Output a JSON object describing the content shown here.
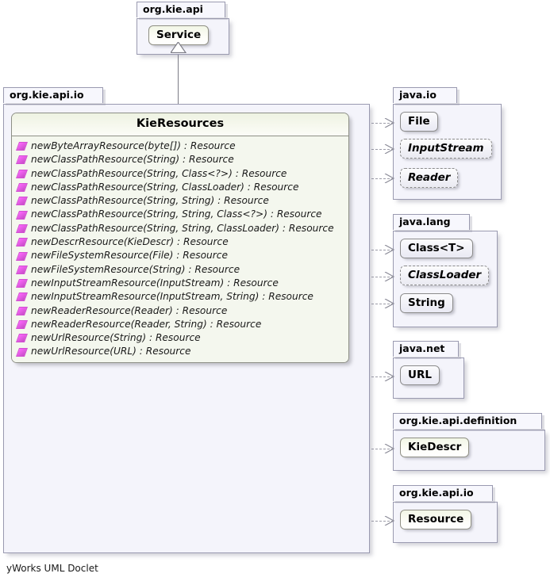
{
  "diagram": {
    "tool_credit": "yWorks UML Doclet"
  },
  "packages": {
    "org_kie_api": {
      "name": "org.kie.api"
    },
    "org_kie_api_io": {
      "name": "org.kie.api.io"
    },
    "java_io": {
      "name": "java.io"
    },
    "java_lang": {
      "name": "java.lang"
    },
    "java_net": {
      "name": "java.net"
    },
    "org_kie_api_definition": {
      "name": "org.kie.api.definition"
    },
    "org_kie_api_io_right": {
      "name": "org.kie.api.io"
    }
  },
  "main_class": {
    "name": "KieResources",
    "stereotype": "interface",
    "package": "org.kie.api.io",
    "members": [
      {
        "icon": "public-method-icon",
        "text": "newByteArrayResource(byte[]) : Resource"
      },
      {
        "icon": "public-method-icon",
        "text": "newClassPathResource(String) : Resource"
      },
      {
        "icon": "public-method-icon",
        "text": "newClassPathResource(String, Class<?>) : Resource"
      },
      {
        "icon": "public-method-icon",
        "text": "newClassPathResource(String, ClassLoader) : Resource"
      },
      {
        "icon": "public-method-icon",
        "text": "newClassPathResource(String, String) : Resource"
      },
      {
        "icon": "public-method-icon",
        "text": "newClassPathResource(String, String, Class<?>) : Resource"
      },
      {
        "icon": "public-method-icon",
        "text": "newClassPathResource(String, String, ClassLoader) : Resource"
      },
      {
        "icon": "public-method-icon",
        "text": "newDescrResource(KieDescr) : Resource"
      },
      {
        "icon": "public-method-icon",
        "text": "newFileSystemResource(File) : Resource"
      },
      {
        "icon": "public-method-icon",
        "text": "newFileSystemResource(String) : Resource"
      },
      {
        "icon": "public-method-icon",
        "text": "newInputStreamResource(InputStream) : Resource"
      },
      {
        "icon": "public-method-icon",
        "text": "newInputStreamResource(InputStream, String) : Resource"
      },
      {
        "icon": "public-method-icon",
        "text": "newReaderResource(Reader) : Resource"
      },
      {
        "icon": "public-method-icon",
        "text": "newReaderResource(Reader, String) : Resource"
      },
      {
        "icon": "public-method-icon",
        "text": "newUrlResource(String) : Resource"
      },
      {
        "icon": "public-method-icon",
        "text": "newUrlResource(URL) : Resource"
      }
    ]
  },
  "supertype": {
    "name": "Service",
    "package": "org.kie.api",
    "relation": "generalization"
  },
  "referenced_types": {
    "java_io": [
      {
        "name": "File",
        "abstract": false,
        "project": false
      },
      {
        "name": "InputStream",
        "abstract": true,
        "project": false
      },
      {
        "name": "Reader",
        "abstract": true,
        "project": false
      }
    ],
    "java_lang": [
      {
        "name": "Class<T>",
        "abstract": false,
        "project": false
      },
      {
        "name": "ClassLoader",
        "abstract": true,
        "project": false
      },
      {
        "name": "String",
        "abstract": false,
        "project": false
      }
    ],
    "java_net": [
      {
        "name": "URL",
        "abstract": false,
        "project": false
      }
    ],
    "org_kie_api_definition": [
      {
        "name": "KieDescr",
        "abstract": false,
        "project": true
      }
    ],
    "org_kie_api_io_right": [
      {
        "name": "Resource",
        "abstract": false,
        "project": true
      }
    ]
  },
  "colors": {
    "project_class_fill": "#f2f6e6",
    "jdk_class_fill": "#e9e9f3",
    "package_fill": "#f4f4fb",
    "method_icon": "#e05ae0",
    "edge": "#9c9ca8"
  }
}
